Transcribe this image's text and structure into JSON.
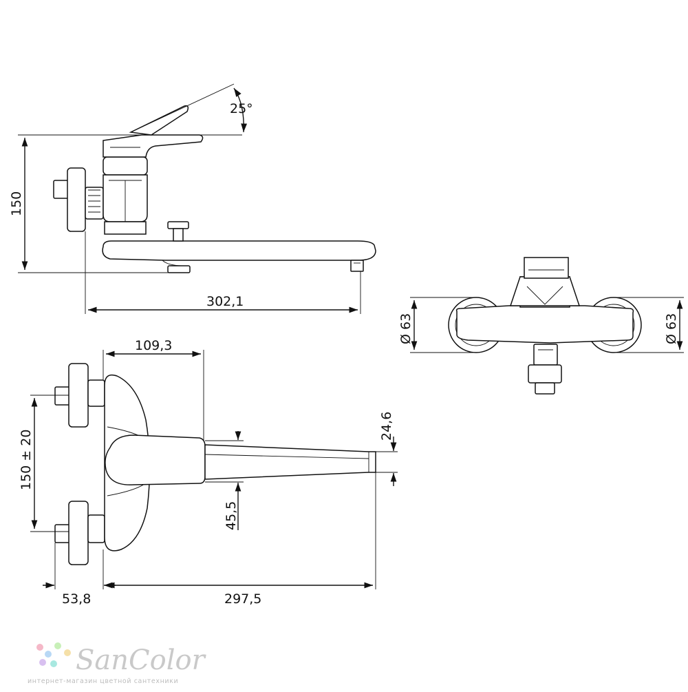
{
  "dimensions": {
    "angle": "25°",
    "height_side": "150",
    "length_side": "302,1",
    "width_top": "109,3",
    "spacing": "150 ± 20",
    "spout_height": "24,6",
    "handle_offset": "45,5",
    "wall_offset": "53,8",
    "spout_length": "297,5",
    "diameter_left": "Ø 63",
    "diameter_right": "Ø 63"
  },
  "watermark": {
    "brand": "SanColor",
    "tagline": "интернет-магазин цветной сантехники",
    "dot_colors": [
      "#f5b8c8",
      "#b8d8f5",
      "#c8f0b8",
      "#f5e0a8",
      "#d8c0f0",
      "#a8e8e0"
    ]
  }
}
